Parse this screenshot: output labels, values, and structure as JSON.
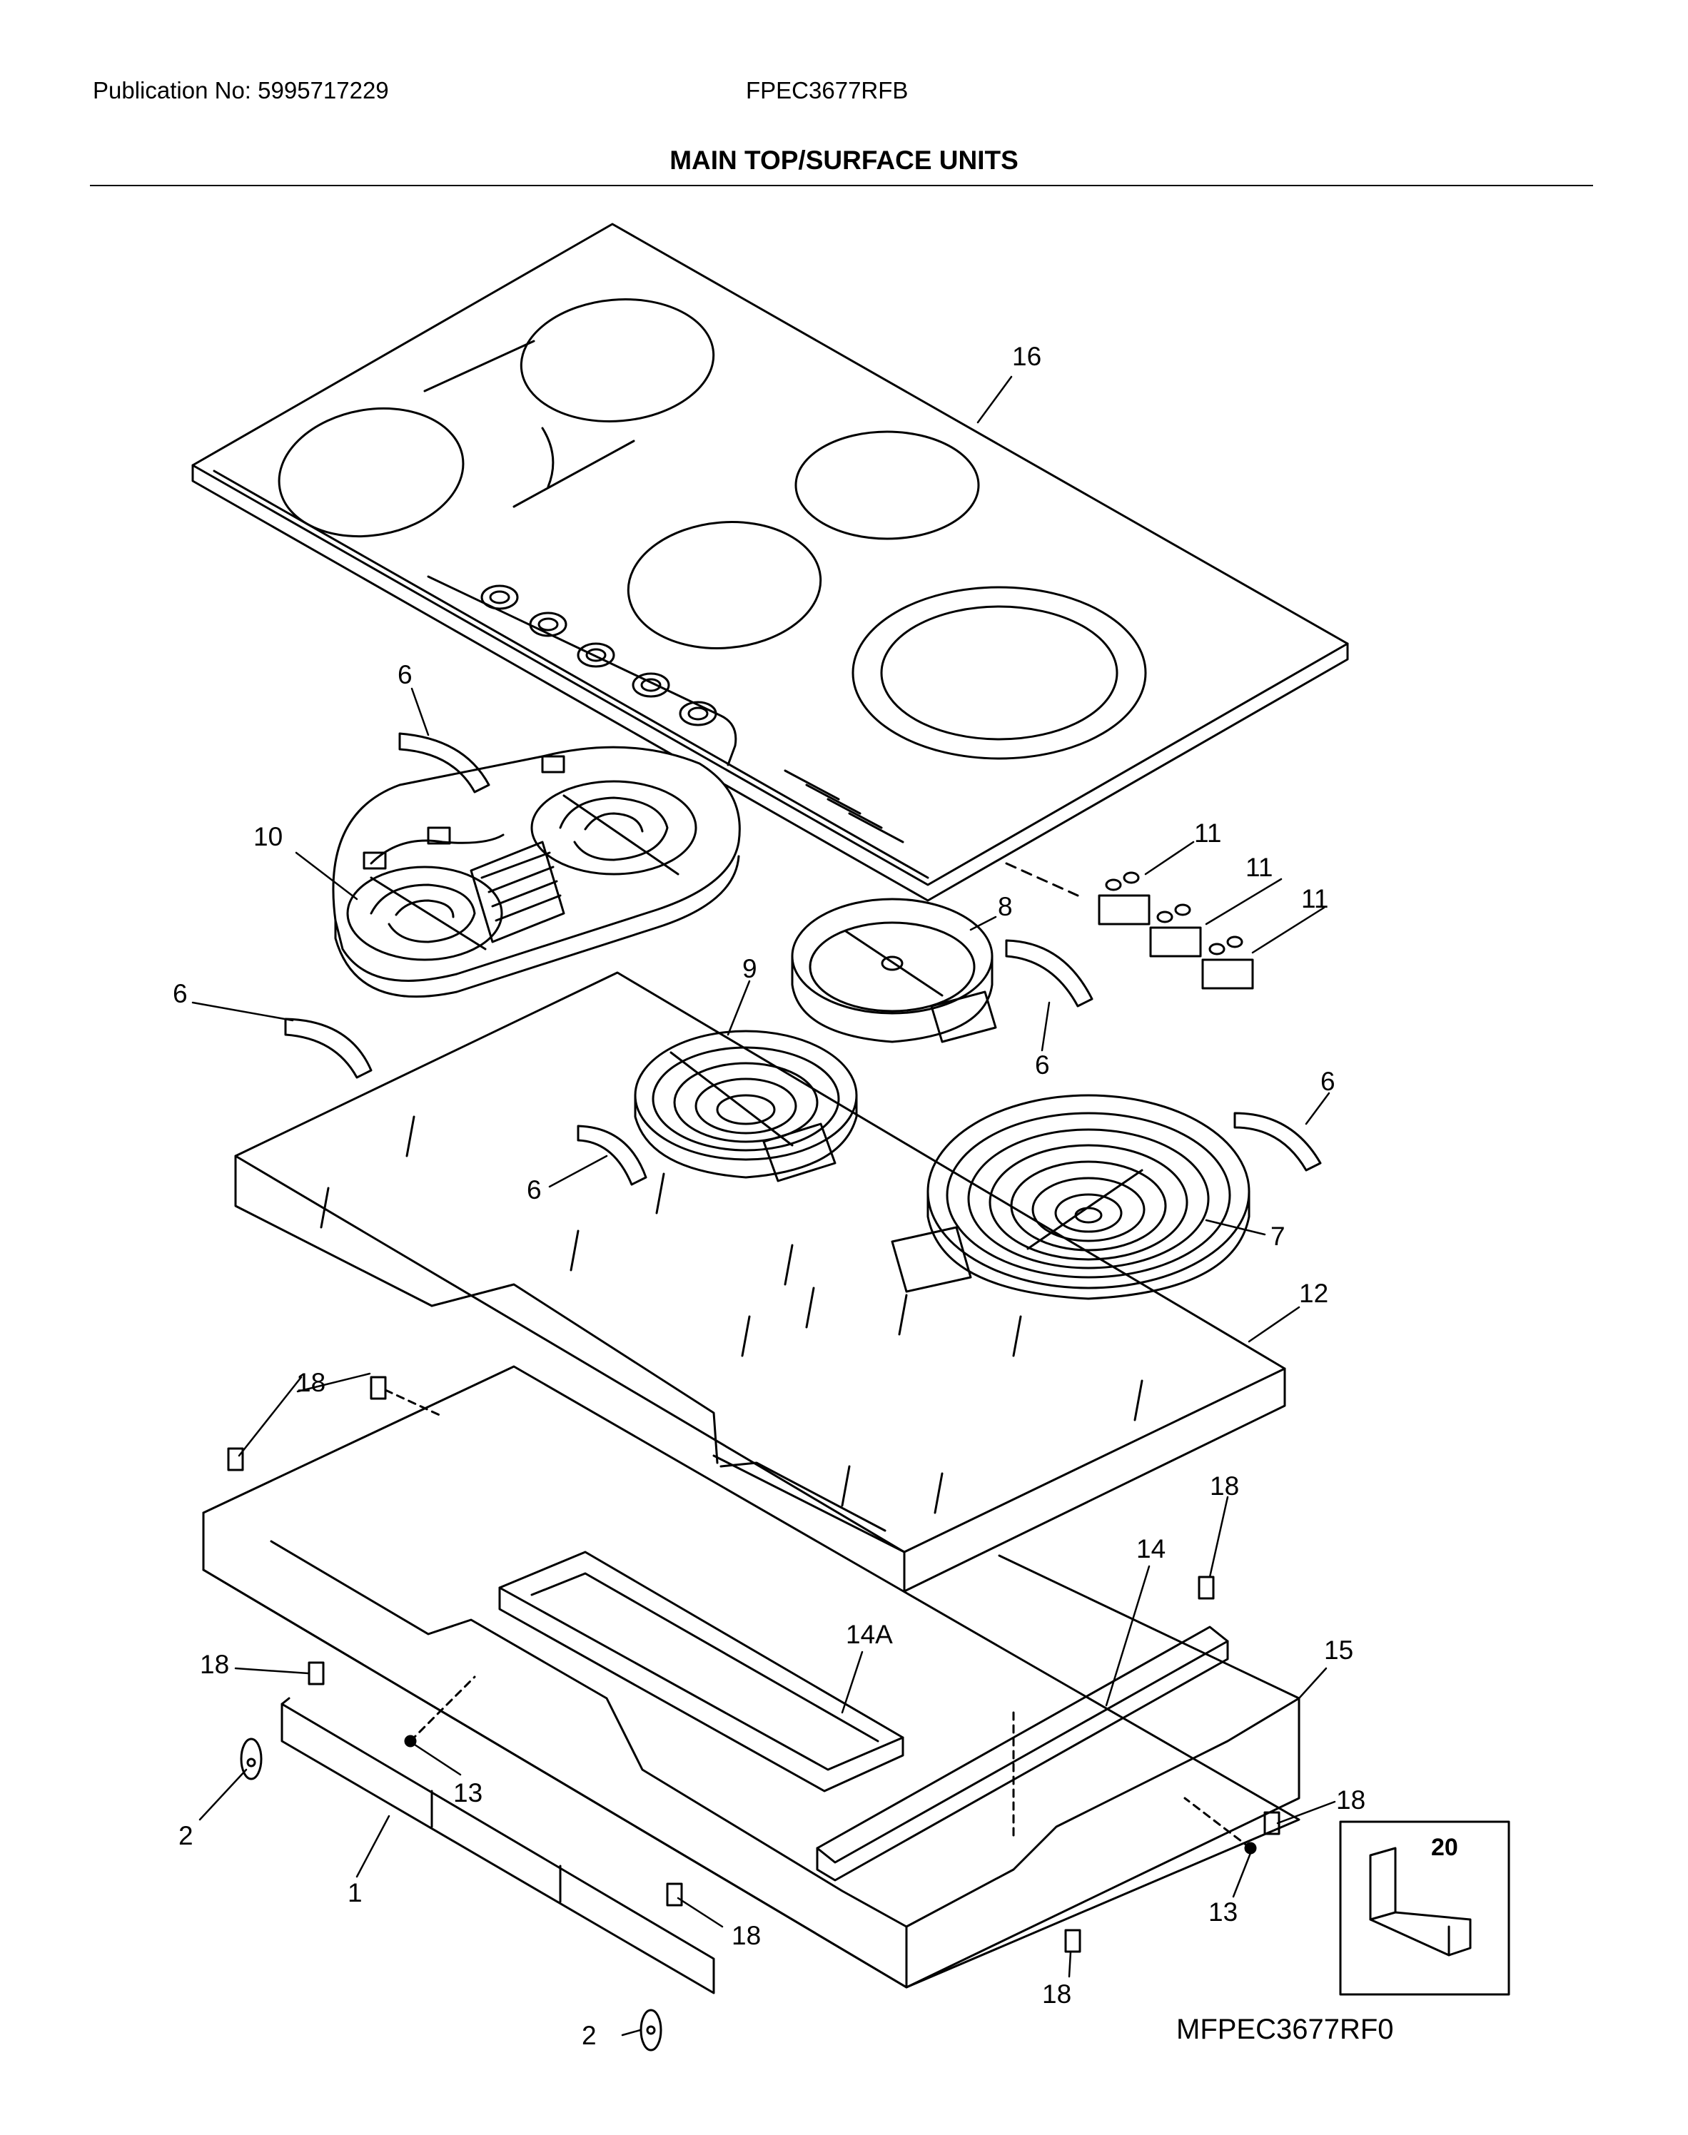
{
  "header": {
    "publication": "Publication No: 5995717229",
    "model": "FPEC3677RFB",
    "title": "MAIN TOP/SURFACE UNITS"
  },
  "diagram": {
    "callouts": [
      "16",
      "6",
      "10",
      "6",
      "11",
      "11",
      "11",
      "8",
      "9",
      "6",
      "6",
      "6",
      "7",
      "12",
      "18",
      "18",
      "14",
      "14A",
      "18",
      "15",
      "2",
      "13",
      "18",
      "1",
      "18",
      "13",
      "2",
      "18",
      "20"
    ],
    "code": "MFPEC3677RF0"
  }
}
